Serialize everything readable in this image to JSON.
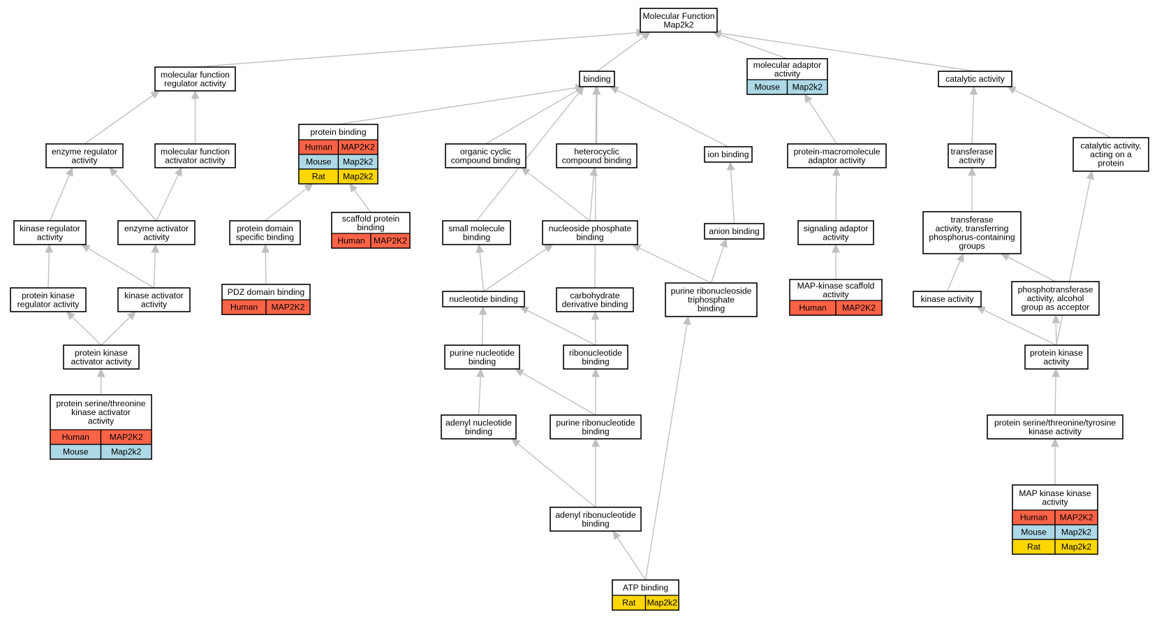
{
  "diagram": {
    "species_colors": {
      "Human": "#ff6347",
      "Mouse": "#add8e6",
      "Rat": "#ffd700"
    },
    "edge_color": "#c0c0c0",
    "nodes": [
      {
        "id": "mf",
        "label": [
          "Molecular Function",
          "Map2k2"
        ],
        "rows": []
      },
      {
        "id": "mfra",
        "label": [
          "molecular function",
          "regulator activity"
        ],
        "rows": []
      },
      {
        "id": "binding",
        "label": [
          "binding"
        ],
        "rows": []
      },
      {
        "id": "mada",
        "label": [
          "molecular adaptor",
          "activity"
        ],
        "rows": [
          [
            "Mouse",
            "Map2k2"
          ]
        ]
      },
      {
        "id": "cat",
        "label": [
          "catalytic activity"
        ],
        "rows": []
      },
      {
        "id": "enzreg",
        "label": [
          "enzyme regulator",
          "activity"
        ],
        "rows": []
      },
      {
        "id": "mfaa",
        "label": [
          "molecular function",
          "activator activity"
        ],
        "rows": []
      },
      {
        "id": "pb",
        "label": [
          "protein binding"
        ],
        "rows": [
          [
            "Human",
            "MAP2K2"
          ],
          [
            "Mouse",
            "Map2k2"
          ],
          [
            "Rat",
            "Map2k2"
          ]
        ]
      },
      {
        "id": "ocb",
        "label": [
          "organic cyclic",
          "compound binding"
        ],
        "rows": []
      },
      {
        "id": "hcb",
        "label": [
          "heterocyclic",
          "compound binding"
        ],
        "rows": []
      },
      {
        "id": "ionb",
        "label": [
          "ion binding"
        ],
        "rows": []
      },
      {
        "id": "pmaa",
        "label": [
          "protein-macromolecule",
          "adaptor activity"
        ],
        "rows": []
      },
      {
        "id": "transf",
        "label": [
          "transferase",
          "activity"
        ],
        "rows": []
      },
      {
        "id": "catprot",
        "label": [
          "catalytic activity,",
          "acting on a",
          "protein"
        ],
        "rows": []
      },
      {
        "id": "kra",
        "label": [
          "kinase regulator",
          "activity"
        ],
        "rows": []
      },
      {
        "id": "eaa",
        "label": [
          "enzyme activator",
          "activity"
        ],
        "rows": []
      },
      {
        "id": "pdsb",
        "label": [
          "protein domain",
          "specific binding"
        ],
        "rows": []
      },
      {
        "id": "spb",
        "label": [
          "scaffold protein",
          "binding"
        ],
        "rows": [
          [
            "Human",
            "MAP2K2"
          ]
        ]
      },
      {
        "id": "smb",
        "label": [
          "small molecule",
          "binding"
        ],
        "rows": []
      },
      {
        "id": "npb",
        "label": [
          "nucleoside phosphate",
          "binding"
        ],
        "rows": []
      },
      {
        "id": "anb",
        "label": [
          "anion binding"
        ],
        "rows": []
      },
      {
        "id": "saa",
        "label": [
          "signaling adaptor",
          "activity"
        ],
        "rows": []
      },
      {
        "id": "tpcg",
        "label": [
          "transferase",
          "activity, transferring",
          "phosphorus-containing",
          "groups"
        ],
        "rows": []
      },
      {
        "id": "pkra",
        "label": [
          "protein kinase",
          "regulator activity"
        ],
        "rows": []
      },
      {
        "id": "kaa",
        "label": [
          "kinase activator",
          "activity"
        ],
        "rows": []
      },
      {
        "id": "pdzb",
        "label": [
          "PDZ domain binding"
        ],
        "rows": [
          [
            "Human",
            "MAP2K2"
          ]
        ]
      },
      {
        "id": "nucb",
        "label": [
          "nucleotide binding"
        ],
        "rows": []
      },
      {
        "id": "cdb",
        "label": [
          "carbohydrate",
          "derivative binding"
        ],
        "rows": []
      },
      {
        "id": "prtb",
        "label": [
          "purine ribonucleoside",
          "triphosphate",
          "binding"
        ],
        "rows": []
      },
      {
        "id": "mkss",
        "label": [
          "MAP-kinase scaffold",
          "activity"
        ],
        "rows": [
          [
            "Human",
            "MAP2K2"
          ]
        ]
      },
      {
        "id": "kin",
        "label": [
          "kinase activity"
        ],
        "rows": []
      },
      {
        "id": "ptaa",
        "label": [
          "phosphotransferase",
          "activity, alcohol",
          "group as acceptor"
        ],
        "rows": []
      },
      {
        "id": "pkaa",
        "label": [
          "protein kinase",
          "activator activity"
        ],
        "rows": []
      },
      {
        "id": "pnb",
        "label": [
          "purine nucleotide",
          "binding"
        ],
        "rows": []
      },
      {
        "id": "rnb",
        "label": [
          "ribonucleotide",
          "binding"
        ],
        "rows": []
      },
      {
        "id": "pka",
        "label": [
          "protein kinase",
          "activity"
        ],
        "rows": []
      },
      {
        "id": "pstka",
        "label": [
          "protein serine/threonine",
          "kinase activator",
          "activity"
        ],
        "rows": [
          [
            "Human",
            "MAP2K2"
          ],
          [
            "Mouse",
            "Map2k2"
          ]
        ]
      },
      {
        "id": "anb2",
        "label": [
          "adenyl nucleotide",
          "binding"
        ],
        "rows": []
      },
      {
        "id": "prnb",
        "label": [
          "purine ribonucleotide",
          "binding"
        ],
        "rows": []
      },
      {
        "id": "pstty",
        "label": [
          "protein serine/threonine/tyrosine",
          "kinase activity"
        ],
        "rows": []
      },
      {
        "id": "arnb",
        "label": [
          "adenyl ribonucleotide",
          "binding"
        ],
        "rows": []
      },
      {
        "id": "mkk",
        "label": [
          "MAP kinase kinase",
          "activity"
        ],
        "rows": [
          [
            "Human",
            "MAP2K2"
          ],
          [
            "Mouse",
            "Map2k2"
          ],
          [
            "Rat",
            "Map2k2"
          ]
        ]
      },
      {
        "id": "atp",
        "label": [
          "ATP binding"
        ],
        "rows": [
          [
            "Rat",
            "Map2k2"
          ]
        ]
      }
    ]
  }
}
